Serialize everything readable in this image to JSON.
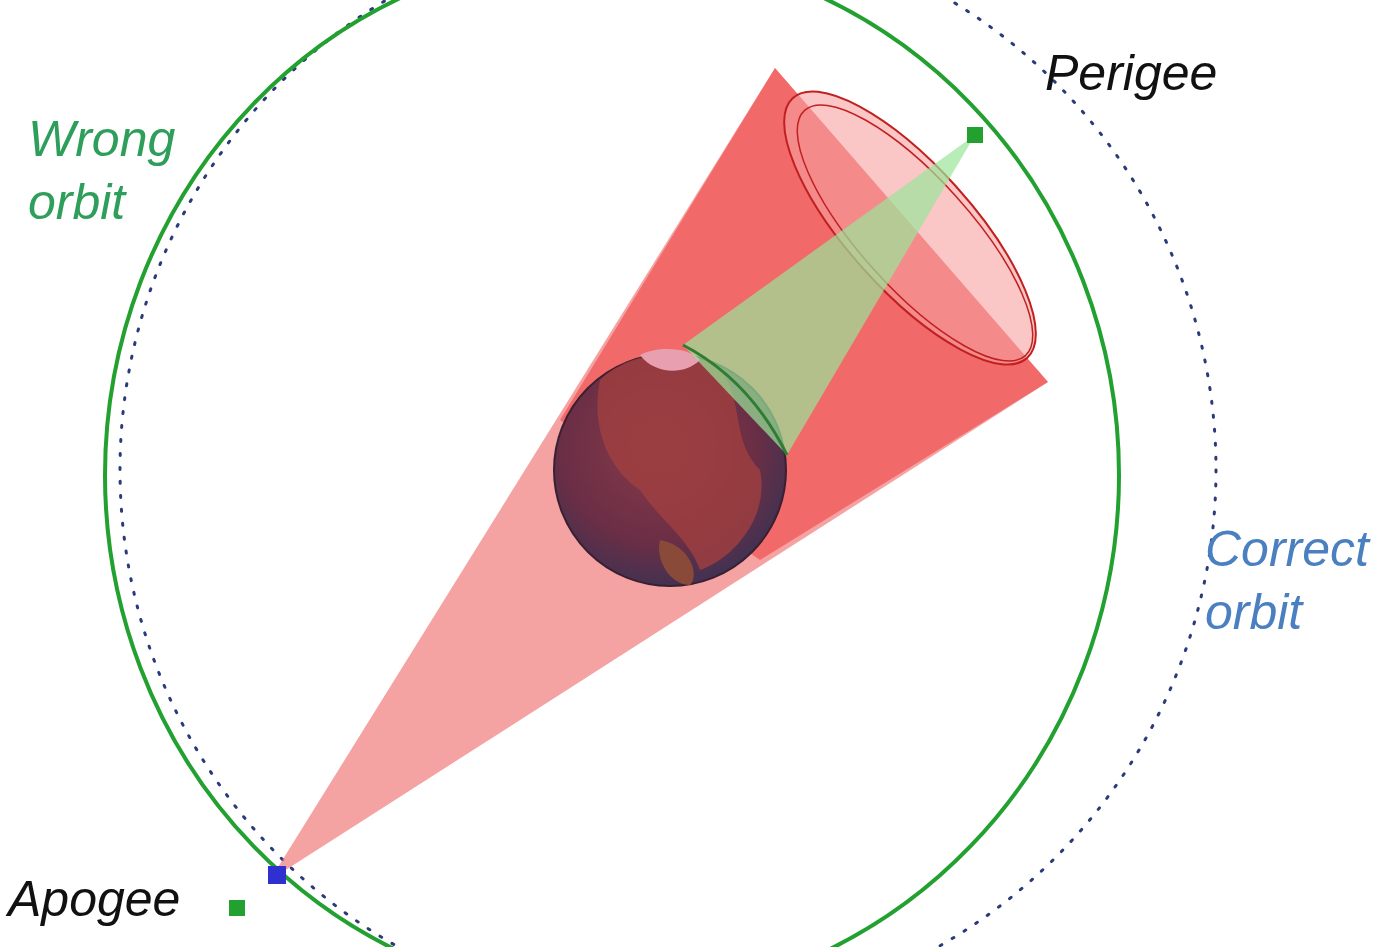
{
  "diagram": {
    "labels": [
      "Wrong orbit",
      "Perigee",
      "Correct orbit",
      "Apogee"
    ]
  }
}
